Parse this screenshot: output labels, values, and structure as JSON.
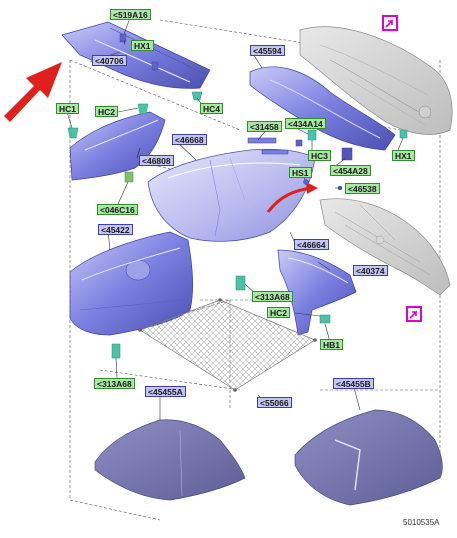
{
  "callouts": {
    "c519A16": "<519A16",
    "hx1_top": "HX1",
    "c40706": "<40706",
    "c45594": "<45594",
    "hc1_left": "HC1",
    "hc2_top": "HC2",
    "hc4": "HC4",
    "c31458": "<31458",
    "c434A14": "<434A14",
    "c46668": "<46668",
    "c46808": "<46808",
    "hc3": "HC3",
    "hx1_right": "HX1",
    "hs1": "HS1",
    "c454A28": "<454A28",
    "c46538": "<46538",
    "c046C16": "<046C16",
    "c45422": "<45422",
    "c46664": "<46664",
    "c40374": "<40374",
    "c313A68_mid": "<313A68",
    "hc2_mid": "HC2",
    "hb1": "HB1",
    "c313A68_left": "<313A68",
    "c45455A": "<45455A",
    "c55066": "<55066",
    "c45455B": "<45455B"
  },
  "figure_id": "5010535A",
  "icons": [
    "reference-arrow-icon",
    "pointer-arrow-icon"
  ],
  "colors": {
    "part_fill": "#7b7fe0",
    "part_light": "#c9cbf5",
    "part_dark": "#4b4fae",
    "mat_fill": "#6e6fa6",
    "label_green": "#a9e7a4",
    "label_blue": "#c5c7f2",
    "reference_magenta": "#e000c8",
    "pointer_red": "#e0201a"
  }
}
